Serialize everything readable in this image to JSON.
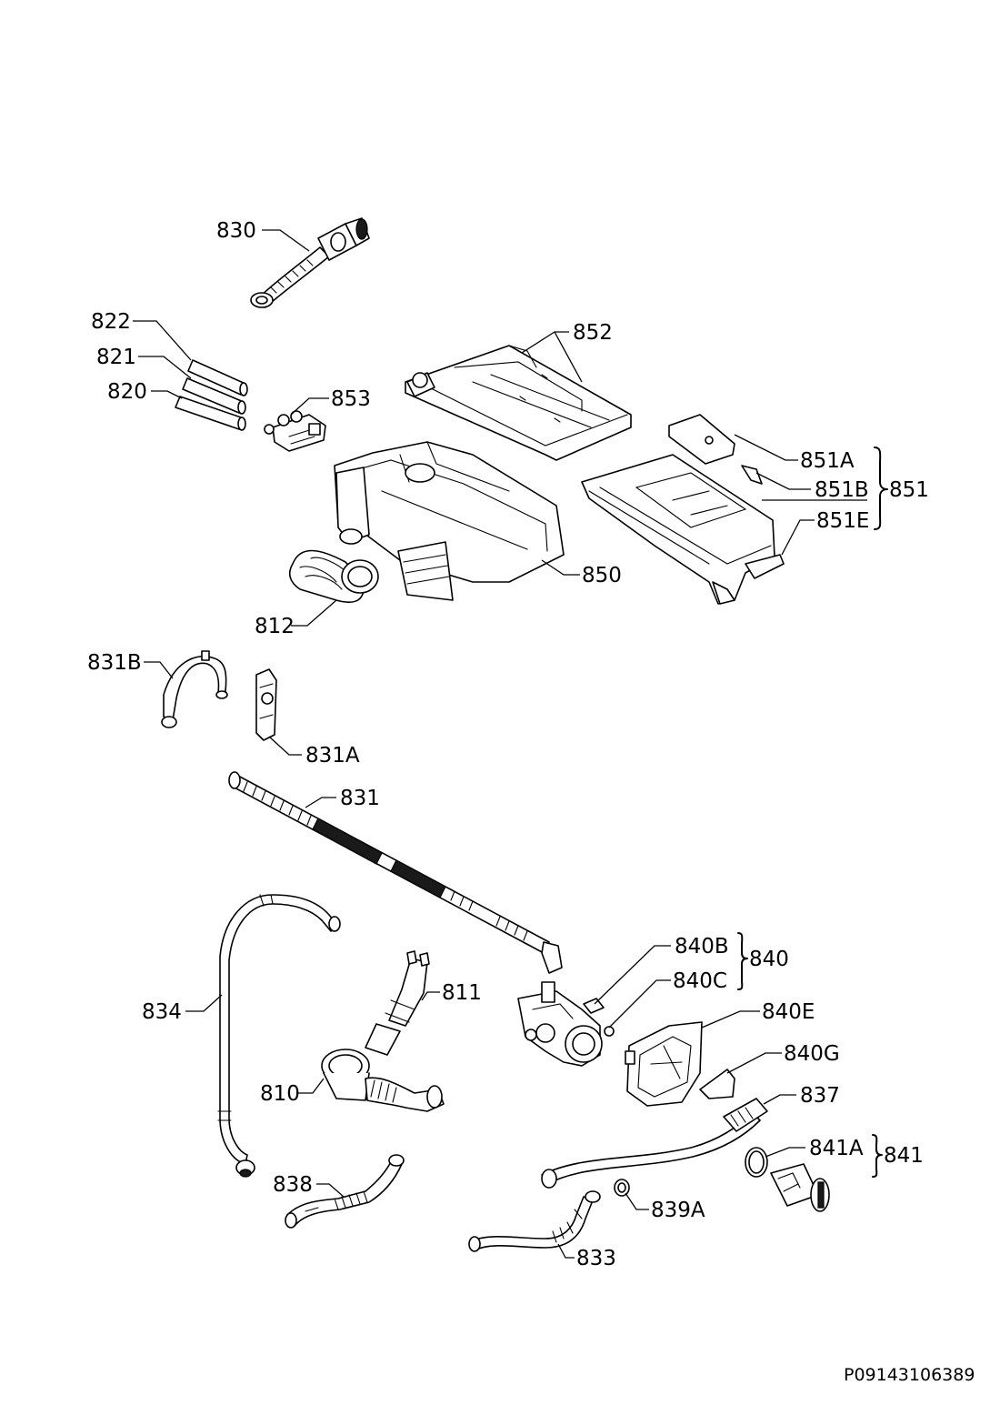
{
  "labels": {
    "p830": "830",
    "p822": "822",
    "p821": "821",
    "p820": "820",
    "p853": "853",
    "p852": "852",
    "p851A": "851A",
    "p851B": "851B",
    "p851E": "851E",
    "p851": "851",
    "p850": "850",
    "p812": "812",
    "p831B": "831B",
    "p831A": "831A",
    "p831": "831",
    "p840B": "840B",
    "p840C": "840C",
    "p840": "840",
    "p840E": "840E",
    "p840G": "840G",
    "p811": "811",
    "p834": "834",
    "p810": "810",
    "p837": "837",
    "p841A": "841A",
    "p841": "841",
    "p838": "838",
    "p839A": "839A",
    "p833": "833"
  },
  "reference_code": "P09143106389"
}
